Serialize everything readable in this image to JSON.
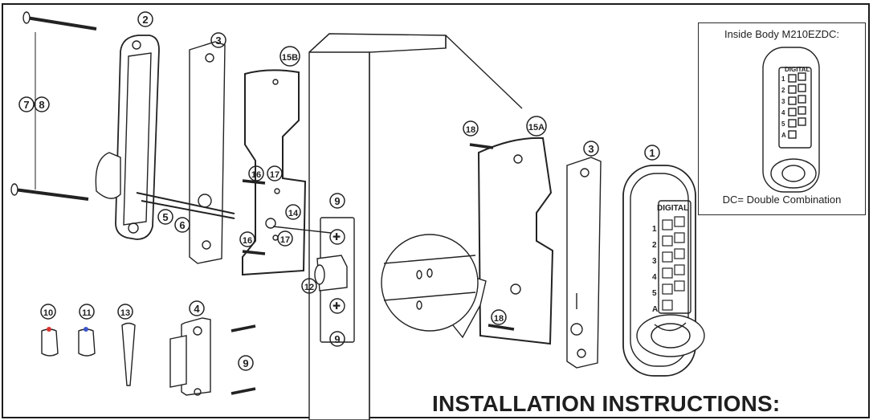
{
  "inset": {
    "title": "Inside Body M210EZDC:",
    "caption": "DC= Double Combination",
    "keypad_brand": "DIGITAL",
    "keypad_keys": [
      "1",
      "2",
      "3",
      "4",
      "5",
      "A"
    ]
  },
  "heading": "INSTALLATION INSTRUCTIONS:",
  "keypad": {
    "brand": "DIGITAL",
    "keys": [
      "1",
      "2",
      "3",
      "4",
      "5",
      "A"
    ]
  },
  "callouts": {
    "c1": "1",
    "c2": "2",
    "c3a": "3",
    "c3b": "3",
    "c4": "4",
    "c5": "5",
    "c6": "6",
    "c7": "7",
    "c8": "8",
    "c9a": "9",
    "c9b": "9",
    "c9c": "9",
    "c10": "10",
    "c11": "11",
    "c12": "12",
    "c13": "13",
    "c14": "14",
    "c15a": "15A",
    "c15b": "15B",
    "c16a": "16",
    "c16b": "16",
    "c17a": "17",
    "c17b": "17",
    "c18a": "18",
    "c18b": "18"
  },
  "colors": {
    "stroke": "#222222",
    "callout_circle": "#222222",
    "tag_red": "#d8322f",
    "tag_blue": "#3b55c8"
  }
}
